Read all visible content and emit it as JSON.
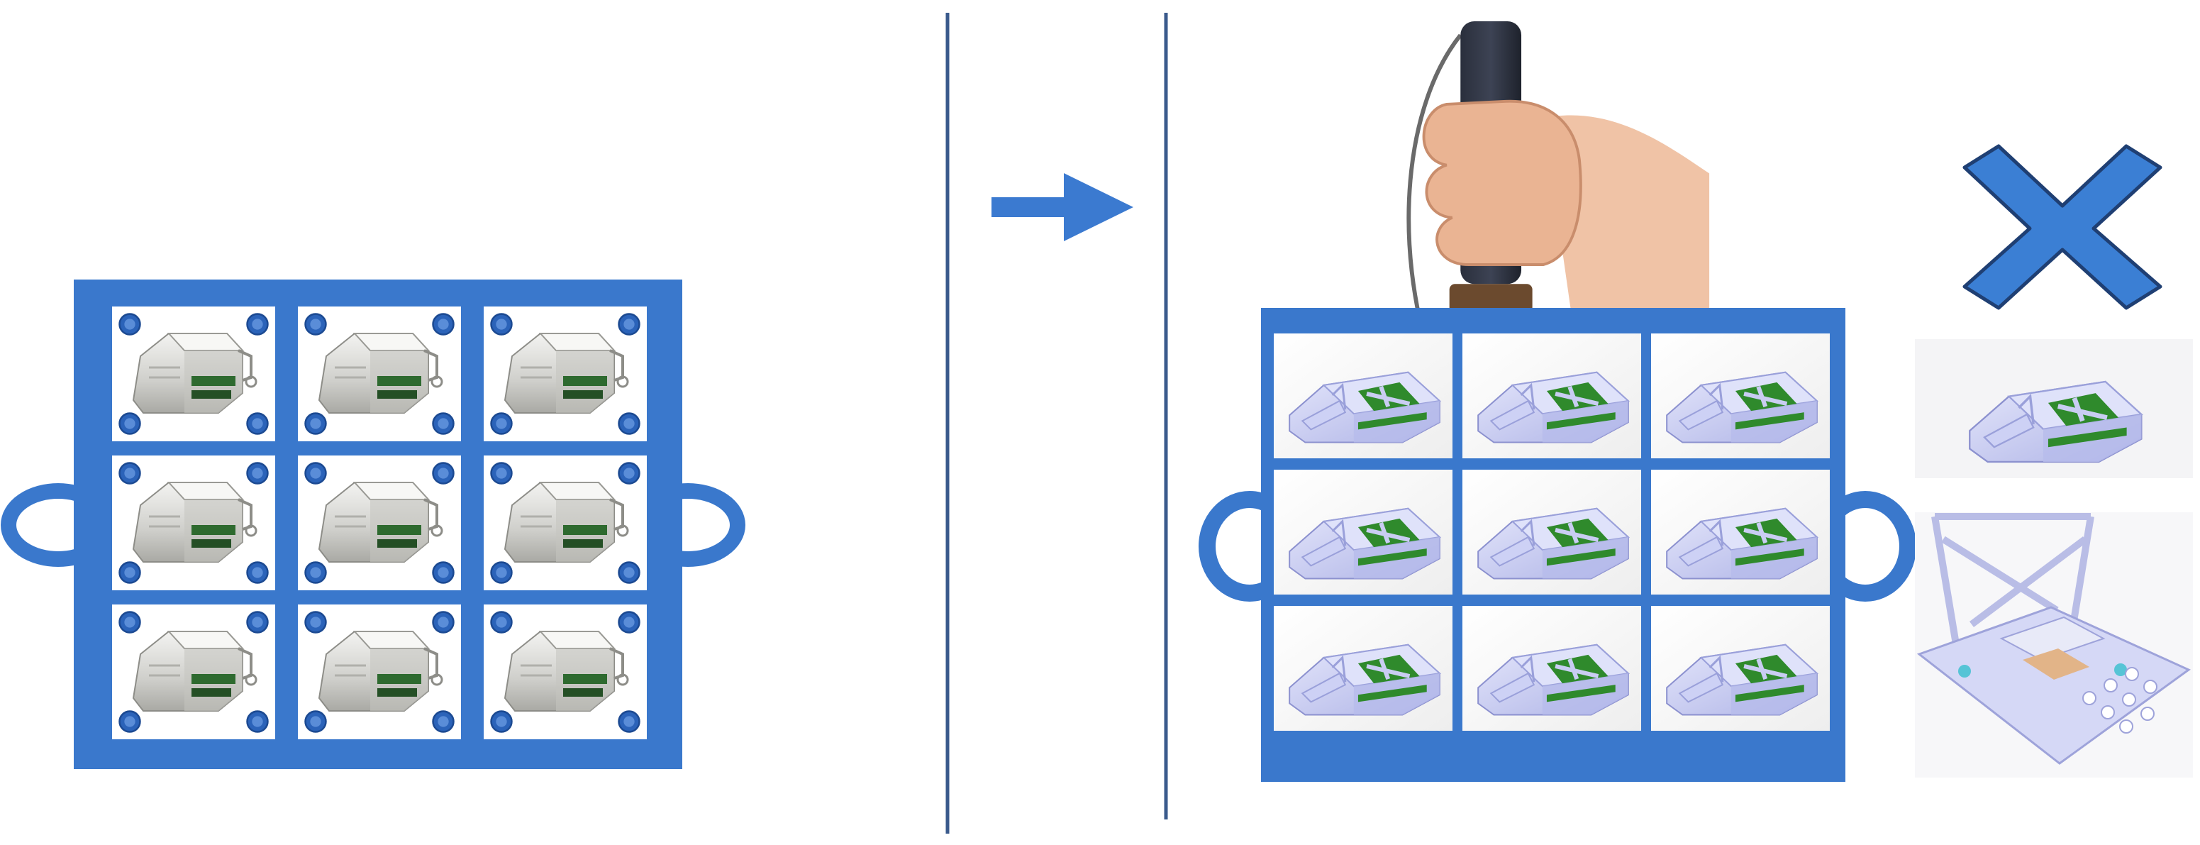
{
  "colors": {
    "tray_blue": "#3a78cc",
    "tray_dark": "#2f66b8",
    "divider": "#3a5a8c",
    "arrow": "#3b7ad0",
    "cross": "#3b7fd4",
    "cross_outline": "#1f3f73",
    "screw": "#2b63b9",
    "connector_body": "#d9d9d6",
    "connector_pcb": "#2e6a2f",
    "fixture_body": "#c9cdf2",
    "fixture_green": "#2f8a2c"
  },
  "icons": {
    "welding_tool": "soldering-iron-in-hand-icon",
    "rejected_tool": "crossed-out-soldering-iron-icon",
    "process_arrow": "right-arrow-icon"
  },
  "left_panel": {
    "grid": {
      "rows": 3,
      "cols": 3
    },
    "cell_content": "usb-connector-with-screws"
  },
  "right_panel": {
    "grid": {
      "rows": 3,
      "cols": 3
    },
    "cell_content": "fixture-with-green-pcb",
    "detail_views": [
      "fixture-closeup",
      "fixture-open-exploded"
    ]
  }
}
